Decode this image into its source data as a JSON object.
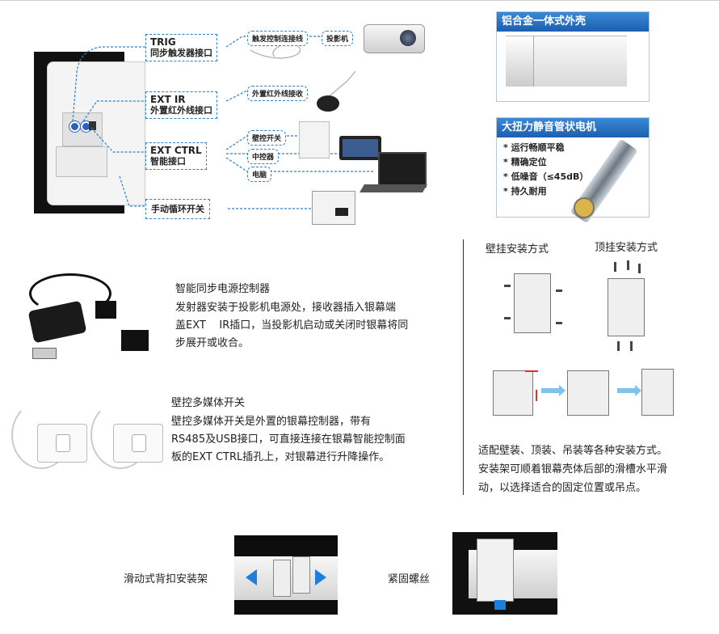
{
  "diagram": {
    "labels": {
      "trig": {
        "en": "TRIG",
        "cn": "同步触发器接口"
      },
      "extir": {
        "en": "EXT IR",
        "cn": "外置红外线接口"
      },
      "extctrl": {
        "en": "EXT CTRL",
        "cn": "智能接口"
      },
      "manual": {
        "cn": "手动循环开关"
      }
    },
    "pills": {
      "trigger_cable": "触发控制连接线",
      "projector": "投影机",
      "ir_receiver": "外置红外线接收",
      "wall_switch": "壁控开关",
      "central_control": "中控器",
      "computer": "电脑"
    }
  },
  "features": {
    "shell_title": "铝合金一体式外壳",
    "motor_title": "大扭力静音管状电机",
    "motor_items": [
      "* 运行畅顺平稳",
      "* 精确定位",
      "* 低噪音（≤45dB）",
      "* 持久耐用"
    ]
  },
  "accessories": {
    "power_title": "智能同步电源控制器",
    "power_lines": [
      "发射器安装于投影机电源处，接收器插入银幕端",
      "盖EXT    IR插口，当投影机启动或关闭时银幕将同",
      "步展开或收合。"
    ],
    "wall_title": "壁控多媒体开关",
    "wall_lines": [
      "壁控多媒体开关是外置的银幕控制器，带有",
      "RS485及USB接口，可直接连接在银幕智能控制面",
      "板的EXT CTRL插孔上，对银幕进行升降操作。"
    ]
  },
  "install": {
    "wall_mount": "壁挂安装方式",
    "ceiling_mount": "顶挂安装方式",
    "lines": [
      "适配壁装、顶装、吊装等各种安装方式。",
      "安装架可顺着银幕壳体后部的滑槽水平滑",
      "动，以选择适合的固定位置或吊点。"
    ]
  },
  "bottom": {
    "slide_label": "滑动式背扣安装架",
    "screw_label": "紧固螺丝"
  },
  "colors": {
    "accent_blue": "#1c5fae",
    "dash_blue": "#2c7fd3",
    "arrow_light_blue": "#7dc3ea",
    "arrow_red": "#dd3322"
  }
}
